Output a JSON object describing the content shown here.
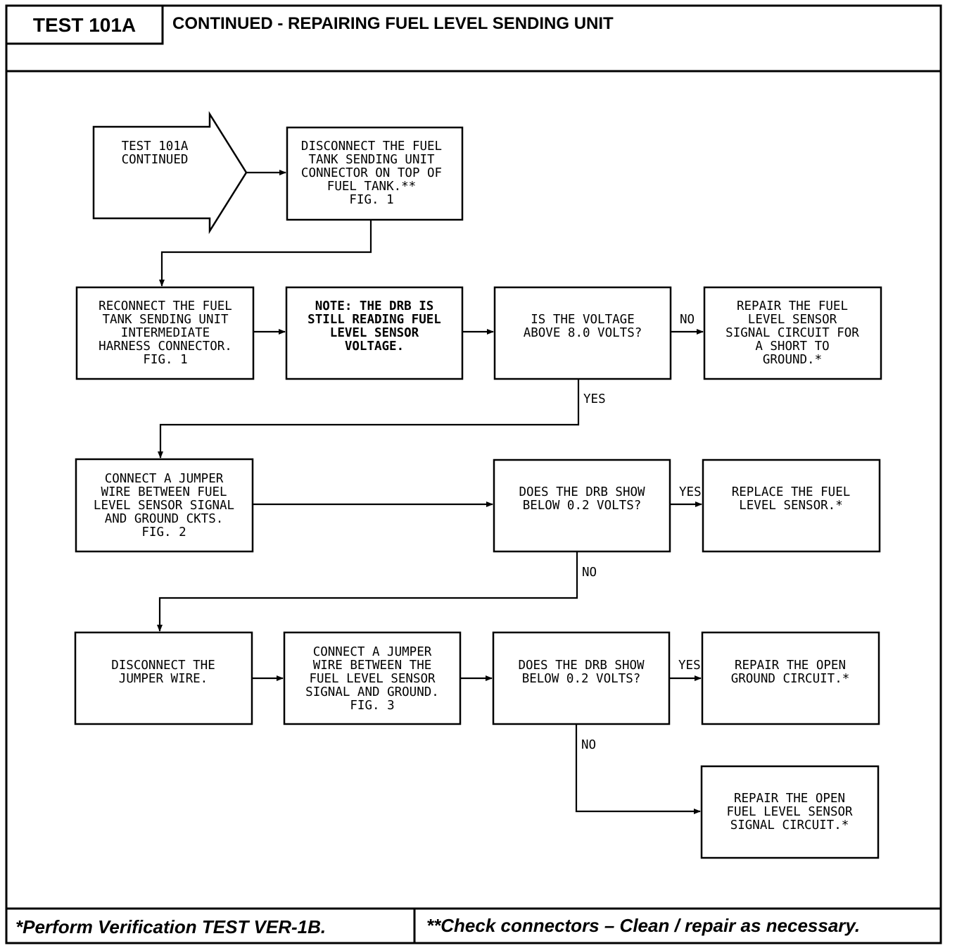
{
  "header": {
    "test_id": "TEST 101A",
    "title": "CONTINUED - REPAIRING FUEL LEVEL SENDING UNIT"
  },
  "flowchart": {
    "start": {
      "lines": [
        "TEST 101A",
        "CONTINUED"
      ]
    },
    "disconnect_tank": {
      "lines": [
        "DISCONNECT THE FUEL",
        "TANK SENDING UNIT",
        "CONNECTOR ON TOP OF",
        "FUEL TANK.**",
        "FIG. 1"
      ]
    },
    "reconnect": {
      "lines": [
        "RECONNECT THE FUEL",
        "TANK SENDING UNIT",
        "INTERMEDIATE",
        "HARNESS CONNECTOR.",
        "FIG. 1"
      ]
    },
    "note": {
      "lines": [
        "NOTE: THE DRB IS",
        "STILL READING FUEL",
        "LEVEL SENSOR",
        "VOLTAGE."
      ]
    },
    "q_voltage": {
      "lines": [
        "IS THE VOLTAGE",
        "ABOVE 8.0 VOLTS?"
      ]
    },
    "repair_short": {
      "lines": [
        "REPAIR THE FUEL",
        "LEVEL SENSOR",
        "SIGNAL CIRCUIT FOR",
        "A SHORT TO",
        "GROUND.*"
      ]
    },
    "connect_jumper": {
      "lines": [
        "CONNECT A JUMPER",
        "WIRE BETWEEN FUEL",
        "LEVEL SENSOR SIGNAL",
        "AND GROUND CKTS.",
        "FIG. 2"
      ]
    },
    "q_drb_1": {
      "lines": [
        "DOES THE DRB SHOW",
        "BELOW 0.2 VOLTS?"
      ]
    },
    "replace_sensor": {
      "lines": [
        "REPLACE THE FUEL",
        "LEVEL SENSOR.*"
      ]
    },
    "disconnect_jumper": {
      "lines": [
        "DISCONNECT THE",
        "JUMPER WIRE."
      ]
    },
    "connect_jumper_2": {
      "lines": [
        "CONNECT A JUMPER",
        "WIRE BETWEEN THE",
        "FUEL LEVEL SENSOR",
        "SIGNAL AND GROUND.",
        "FIG. 3"
      ]
    },
    "q_drb_2": {
      "lines": [
        "DOES THE DRB SHOW",
        "BELOW 0.2 VOLTS?"
      ]
    },
    "repair_ground": {
      "lines": [
        "REPAIR THE OPEN",
        "GROUND CIRCUIT.*"
      ]
    },
    "repair_signal": {
      "lines": [
        "REPAIR THE OPEN",
        "FUEL LEVEL SENSOR",
        "SIGNAL CIRCUIT.*"
      ]
    },
    "labels": {
      "no_1": "NO",
      "yes_1": "YES",
      "yes_2": "YES",
      "no_2": "NO",
      "yes_3": "YES",
      "no_3": "NO"
    }
  },
  "footer": {
    "left": "*Perform Verification TEST VER-1B.",
    "right": "**Check connectors – Clean / repair as necessary."
  }
}
